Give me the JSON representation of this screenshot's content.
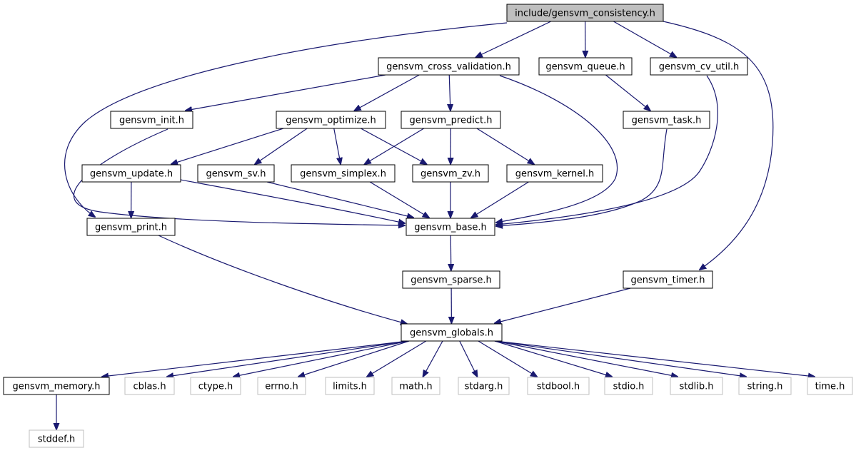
{
  "diagram": {
    "colors": {
      "edge": "#191970",
      "node_border": "#000000",
      "external_border": "#bfbfbf",
      "root_fill": "#bfbfbf",
      "background": "#ffffff"
    },
    "nodes": [
      {
        "id": "consistency",
        "label": "include/gensvm_consistency.h",
        "kind": "root"
      },
      {
        "id": "cross_validation",
        "label": "gensvm_cross_validation.h",
        "kind": "local"
      },
      {
        "id": "queue",
        "label": "gensvm_queue.h",
        "kind": "local"
      },
      {
        "id": "cv_util",
        "label": "gensvm_cv_util.h",
        "kind": "local"
      },
      {
        "id": "init",
        "label": "gensvm_init.h",
        "kind": "local"
      },
      {
        "id": "optimize",
        "label": "gensvm_optimize.h",
        "kind": "local"
      },
      {
        "id": "predict",
        "label": "gensvm_predict.h",
        "kind": "local"
      },
      {
        "id": "task",
        "label": "gensvm_task.h",
        "kind": "local"
      },
      {
        "id": "update",
        "label": "gensvm_update.h",
        "kind": "local"
      },
      {
        "id": "sv",
        "label": "gensvm_sv.h",
        "kind": "local"
      },
      {
        "id": "simplex",
        "label": "gensvm_simplex.h",
        "kind": "local"
      },
      {
        "id": "zv",
        "label": "gensvm_zv.h",
        "kind": "local"
      },
      {
        "id": "kernel",
        "label": "gensvm_kernel.h",
        "kind": "local"
      },
      {
        "id": "print",
        "label": "gensvm_print.h",
        "kind": "local"
      },
      {
        "id": "base",
        "label": "gensvm_base.h",
        "kind": "local"
      },
      {
        "id": "sparse",
        "label": "gensvm_sparse.h",
        "kind": "local"
      },
      {
        "id": "timer",
        "label": "gensvm_timer.h",
        "kind": "local"
      },
      {
        "id": "globals",
        "label": "gensvm_globals.h",
        "kind": "local"
      },
      {
        "id": "memory",
        "label": "gensvm_memory.h",
        "kind": "local"
      },
      {
        "id": "cblas",
        "label": "cblas.h",
        "kind": "system"
      },
      {
        "id": "ctype",
        "label": "ctype.h",
        "kind": "system"
      },
      {
        "id": "errno",
        "label": "errno.h",
        "kind": "system"
      },
      {
        "id": "limits",
        "label": "limits.h",
        "kind": "system"
      },
      {
        "id": "math",
        "label": "math.h",
        "kind": "system"
      },
      {
        "id": "stdarg",
        "label": "stdarg.h",
        "kind": "system"
      },
      {
        "id": "stdbool",
        "label": "stdbool.h",
        "kind": "system"
      },
      {
        "id": "stdio",
        "label": "stdio.h",
        "kind": "system"
      },
      {
        "id": "stdlib",
        "label": "stdlib.h",
        "kind": "system"
      },
      {
        "id": "string",
        "label": "string.h",
        "kind": "system"
      },
      {
        "id": "time",
        "label": "time.h",
        "kind": "system"
      },
      {
        "id": "stddef",
        "label": "stddef.h",
        "kind": "system"
      }
    ],
    "edges": [
      [
        "consistency",
        "cross_validation"
      ],
      [
        "consistency",
        "queue"
      ],
      [
        "consistency",
        "cv_util"
      ],
      [
        "consistency",
        "print"
      ],
      [
        "consistency",
        "timer"
      ],
      [
        "cross_validation",
        "init"
      ],
      [
        "cross_validation",
        "optimize"
      ],
      [
        "cross_validation",
        "predict"
      ],
      [
        "cross_validation",
        "base"
      ],
      [
        "queue",
        "task"
      ],
      [
        "cv_util",
        "base"
      ],
      [
        "init",
        "base"
      ],
      [
        "optimize",
        "update"
      ],
      [
        "optimize",
        "sv"
      ],
      [
        "optimize",
        "simplex"
      ],
      [
        "optimize",
        "zv"
      ],
      [
        "predict",
        "simplex"
      ],
      [
        "predict",
        "zv"
      ],
      [
        "predict",
        "kernel"
      ],
      [
        "task",
        "base"
      ],
      [
        "update",
        "print"
      ],
      [
        "update",
        "base"
      ],
      [
        "sv",
        "base"
      ],
      [
        "simplex",
        "base"
      ],
      [
        "zv",
        "base"
      ],
      [
        "kernel",
        "base"
      ],
      [
        "print",
        "globals"
      ],
      [
        "base",
        "sparse"
      ],
      [
        "sparse",
        "globals"
      ],
      [
        "timer",
        "globals"
      ],
      [
        "globals",
        "memory"
      ],
      [
        "globals",
        "cblas"
      ],
      [
        "globals",
        "ctype"
      ],
      [
        "globals",
        "errno"
      ],
      [
        "globals",
        "limits"
      ],
      [
        "globals",
        "math"
      ],
      [
        "globals",
        "stdarg"
      ],
      [
        "globals",
        "stdbool"
      ],
      [
        "globals",
        "stdio"
      ],
      [
        "globals",
        "stdlib"
      ],
      [
        "globals",
        "string"
      ],
      [
        "globals",
        "time"
      ],
      [
        "memory",
        "stddef"
      ]
    ]
  }
}
